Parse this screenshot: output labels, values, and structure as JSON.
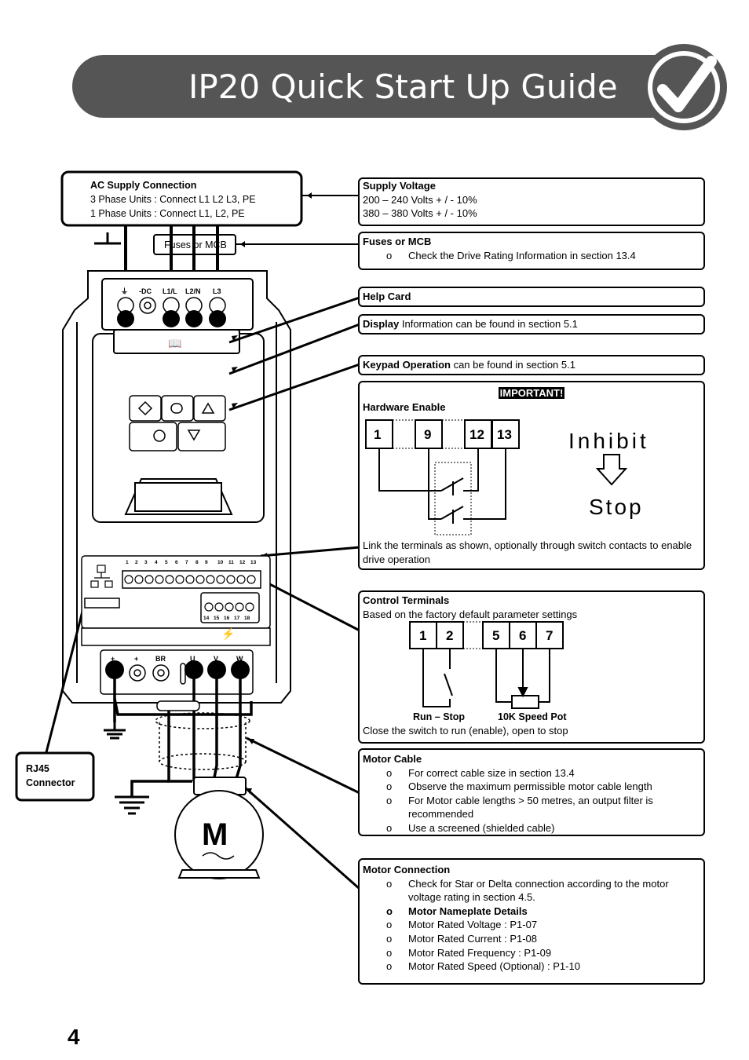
{
  "title": "IP20 Quick Start Up Guide",
  "page_number": "4",
  "ac_supply": {
    "heading": "AC Supply Connection",
    "line1": "3 Phase Units : Connect L1 L2 L3, PE",
    "line2": "1 Phase Units : Connect L1, L2, PE"
  },
  "fuses_label": "Fuses or MCB",
  "rj45": {
    "line1": "RJ45",
    "line2": "Connector"
  },
  "drive_labels": {
    "pe": "⏚",
    "dc": "-DC",
    "l1": "L1/L",
    "l2": "L2/N",
    "l3": "L3",
    "out_minus": "+",
    "out_plus": "+",
    "br": "BR",
    "u": "U",
    "v": "V",
    "w": "W",
    "terminals_top": [
      "1",
      "2",
      "3",
      "4",
      "5",
      "6",
      "7",
      "8",
      "9",
      "10",
      "11",
      "12",
      "13"
    ],
    "terminals_bottom": [
      "14",
      "15",
      "16",
      "17",
      "18"
    ],
    "motor": "M"
  },
  "supply_voltage": {
    "heading": "Supply Voltage",
    "line1": "200 – 240 Volts + / - 10%",
    "line2": "380 – 380 Volts + / - 10%"
  },
  "fuses_box": {
    "heading": "Fuses or MCB",
    "bullet": "Check the Drive Rating Information in section 13.4"
  },
  "help_card": {
    "heading": "Help Card"
  },
  "display": {
    "heading": "Display",
    "text": " Information can be found in section 5.1"
  },
  "keypad": {
    "heading": "Keypad Operation",
    "text": " can be found in section 5.1"
  },
  "hardware_enable": {
    "important": "IMPORTANT!",
    "heading": "Hardware Enable",
    "terminals": [
      "1",
      "9",
      "12",
      "13"
    ],
    "display_top": "Inhibit",
    "display_bottom": "Stop",
    "note": "Link the terminals as shown, optionally through switch contacts to enable drive operation"
  },
  "control_terminals": {
    "heading": "Control Terminals",
    "subheading": "Based on the factory default parameter settings",
    "terminals_left": [
      "1",
      "2"
    ],
    "terminals_right": [
      "5",
      "6",
      "7"
    ],
    "label_left": "Run – Stop",
    "label_right": "10K Speed Pot",
    "note": "Close the switch to run (enable), open to stop"
  },
  "motor_cable": {
    "heading": "Motor Cable",
    "bullets": [
      "For correct cable size in section 13.4",
      "Observe the maximum permissible motor cable length",
      "For Motor cable lengths > 50 metres, an output filter is recommended",
      "Use a screened (shielded cable)"
    ]
  },
  "motor_connection": {
    "heading": "Motor Connection",
    "bullet1": "Check for Star or Delta connection according to the motor voltage rating in section 4.5.",
    "bullet2": "Motor Nameplate Details",
    "bullets": [
      "Motor Rated Voltage : P1-07",
      "Motor Rated Current : P1-08",
      "Motor Rated Frequency : P1-09",
      "Motor Rated Speed (Optional) : P1-10"
    ]
  }
}
